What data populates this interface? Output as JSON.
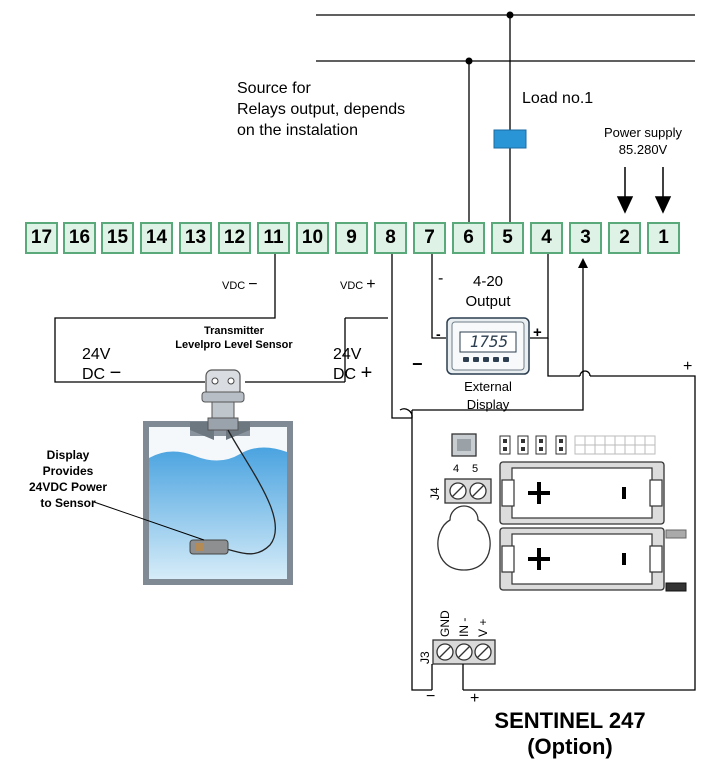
{
  "terminals": [
    "17",
    "16",
    "15",
    "14",
    "13",
    "12",
    "11",
    "10",
    "9",
    "8",
    "7",
    "6",
    "5",
    "4",
    "3",
    "2",
    "1"
  ],
  "labels": {
    "source_line1": "Source for",
    "source_line2": "Relays output, depends",
    "source_line3": "on the instalation",
    "load": "Load no.1",
    "power_supply_line1": "Power supply",
    "power_supply_line2": "85.280V",
    "vdc_minus": "VDC",
    "vdc_plus": "VDC",
    "transmitter_line1": "Transmitter",
    "transmitter_line2": "Levelpro Level Sensor",
    "left_24v_line1": "24V",
    "left_24v_line2": "DC",
    "right_24v_line1": "24V",
    "right_24v_line2": "DC",
    "output_line1": "4-20",
    "output_line2": "Output",
    "ext_display_line1": "External",
    "ext_display_line2": "Display",
    "display_readout": "1755",
    "display_power_line1": "Display",
    "display_power_line2": "Provides",
    "display_power_line3": "24VDC Power",
    "display_power_line4": "to Sensor",
    "j4": "J4",
    "j4_pin4": "4",
    "j4_pin5": "5",
    "j3": "J3",
    "j3_gnd": "GND",
    "j3_in": "IN -",
    "j3_v": "V +",
    "sentinel_line1": "SENTINEL 247",
    "sentinel_line2": "(Option)"
  },
  "colors": {
    "terminal_fill": "#dff2e6",
    "terminal_border": "#5aa97a",
    "relay": "#2a95d6",
    "water": "#5ab0e6"
  }
}
